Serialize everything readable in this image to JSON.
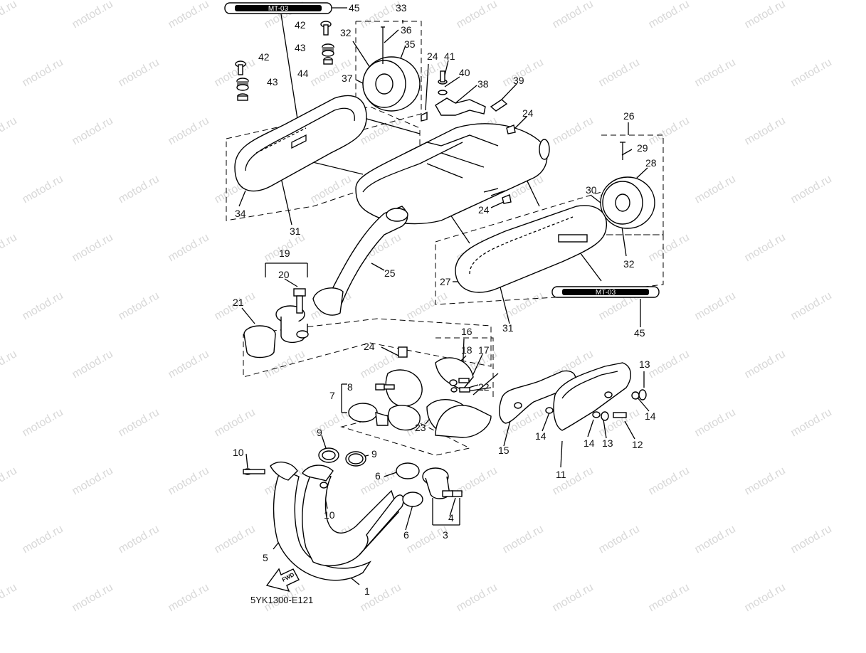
{
  "diagram": {
    "code": "5YK1300-E121",
    "watermark": "motod.ru",
    "emblem_text": "MT-03",
    "fwd_label": "FWD"
  },
  "labels": {
    "l1": "1",
    "l3": "3",
    "l4": "4",
    "l5": "5",
    "l6a": "6",
    "l6b": "6",
    "l7": "7",
    "l8": "8",
    "l9a": "9",
    "l9b": "9",
    "l10a": "10",
    "l10b": "10",
    "l11": "11",
    "l12": "12",
    "l13a": "13",
    "l13b": "13",
    "l14a": "14",
    "l14b": "14",
    "l14c": "14",
    "l15": "15",
    "l16": "16",
    "l17": "17",
    "l18": "18",
    "l19": "19",
    "l20": "20",
    "l21": "21",
    "l22": "22",
    "l23": "23",
    "l24a": "24",
    "l24b": "24",
    "l24c": "24",
    "l24d": "24",
    "l25": "25",
    "l26": "26",
    "l27": "27",
    "l28": "28",
    "l29": "29",
    "l30": "30",
    "l31a": "31",
    "l31b": "31",
    "l32a": "32",
    "l32b": "32",
    "l33": "33",
    "l34": "34",
    "l35": "35",
    "l36": "36",
    "l37": "37",
    "l38": "38",
    "l39": "39",
    "l40": "40",
    "l41": "41",
    "l42a": "42",
    "l42b": "42",
    "l43a": "43",
    "l43b": "43",
    "l44": "44",
    "l45a": "45",
    "l45b": "45"
  }
}
